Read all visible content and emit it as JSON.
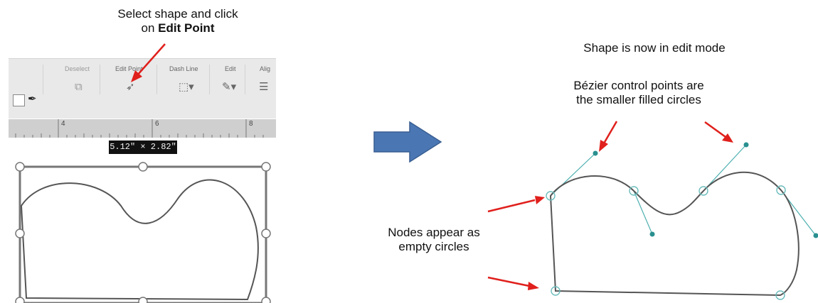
{
  "left_caption": {
    "line1": "Select shape and click",
    "line2_prefix": "on ",
    "line2_bold": "Edit Point"
  },
  "toolbar": {
    "deselect_label": "Deselect",
    "edit_point_label": "Edit Point",
    "dash_line_label": "Dash Line",
    "edit_label": "Edit",
    "align_label": "Alig"
  },
  "ruler": {
    "labels": [
      "4",
      "6",
      "8"
    ]
  },
  "dimensions": "5.12\" × 2.82\"",
  "right_captions": {
    "edit_mode": "Shape is now in edit mode",
    "bezier_line1": "Bézier control points are",
    "bezier_line2": "the smaller filled circles",
    "nodes_line1": "Nodes appear as",
    "nodes_line2": "empty circles"
  },
  "colors": {
    "arrow_red": "#e0201c",
    "big_arrow": "#4a77b4",
    "curve": "#555555",
    "handle": "#2a8f8f"
  },
  "icons": [
    "eyedropper-icon",
    "deselect-icon",
    "edit-point-icon",
    "dash-line-icon",
    "edit-icon",
    "align-icon"
  ]
}
